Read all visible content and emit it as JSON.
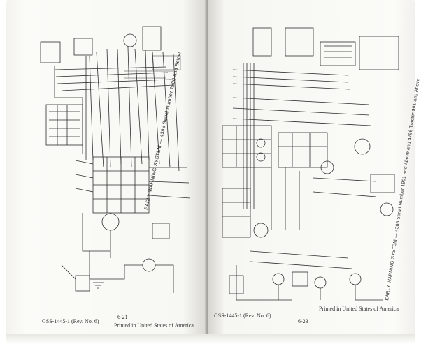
{
  "left_page": {
    "part_number": "GSS-1445-1 (Rev. No. 6)",
    "page_number": "6-21",
    "footer": "Printed in United States of America",
    "vertical_title": "EARLY WARNING SYSTEM — 4386 Serial Number 1900 and Below"
  },
  "right_page": {
    "part_number": "GSS-1445-1 (Rev. No. 6)",
    "page_number": "6-23",
    "footer": "Printed in United States of America",
    "vertical_title": "EARLY WARNING SYSTEM — 4386 Serial Number 1901 and Above and 4786 Tractor 901 and Above"
  },
  "colors": {
    "ink": "#2a2a2a",
    "paper": "#fbfbf8",
    "gutter": "#9e9d98"
  }
}
